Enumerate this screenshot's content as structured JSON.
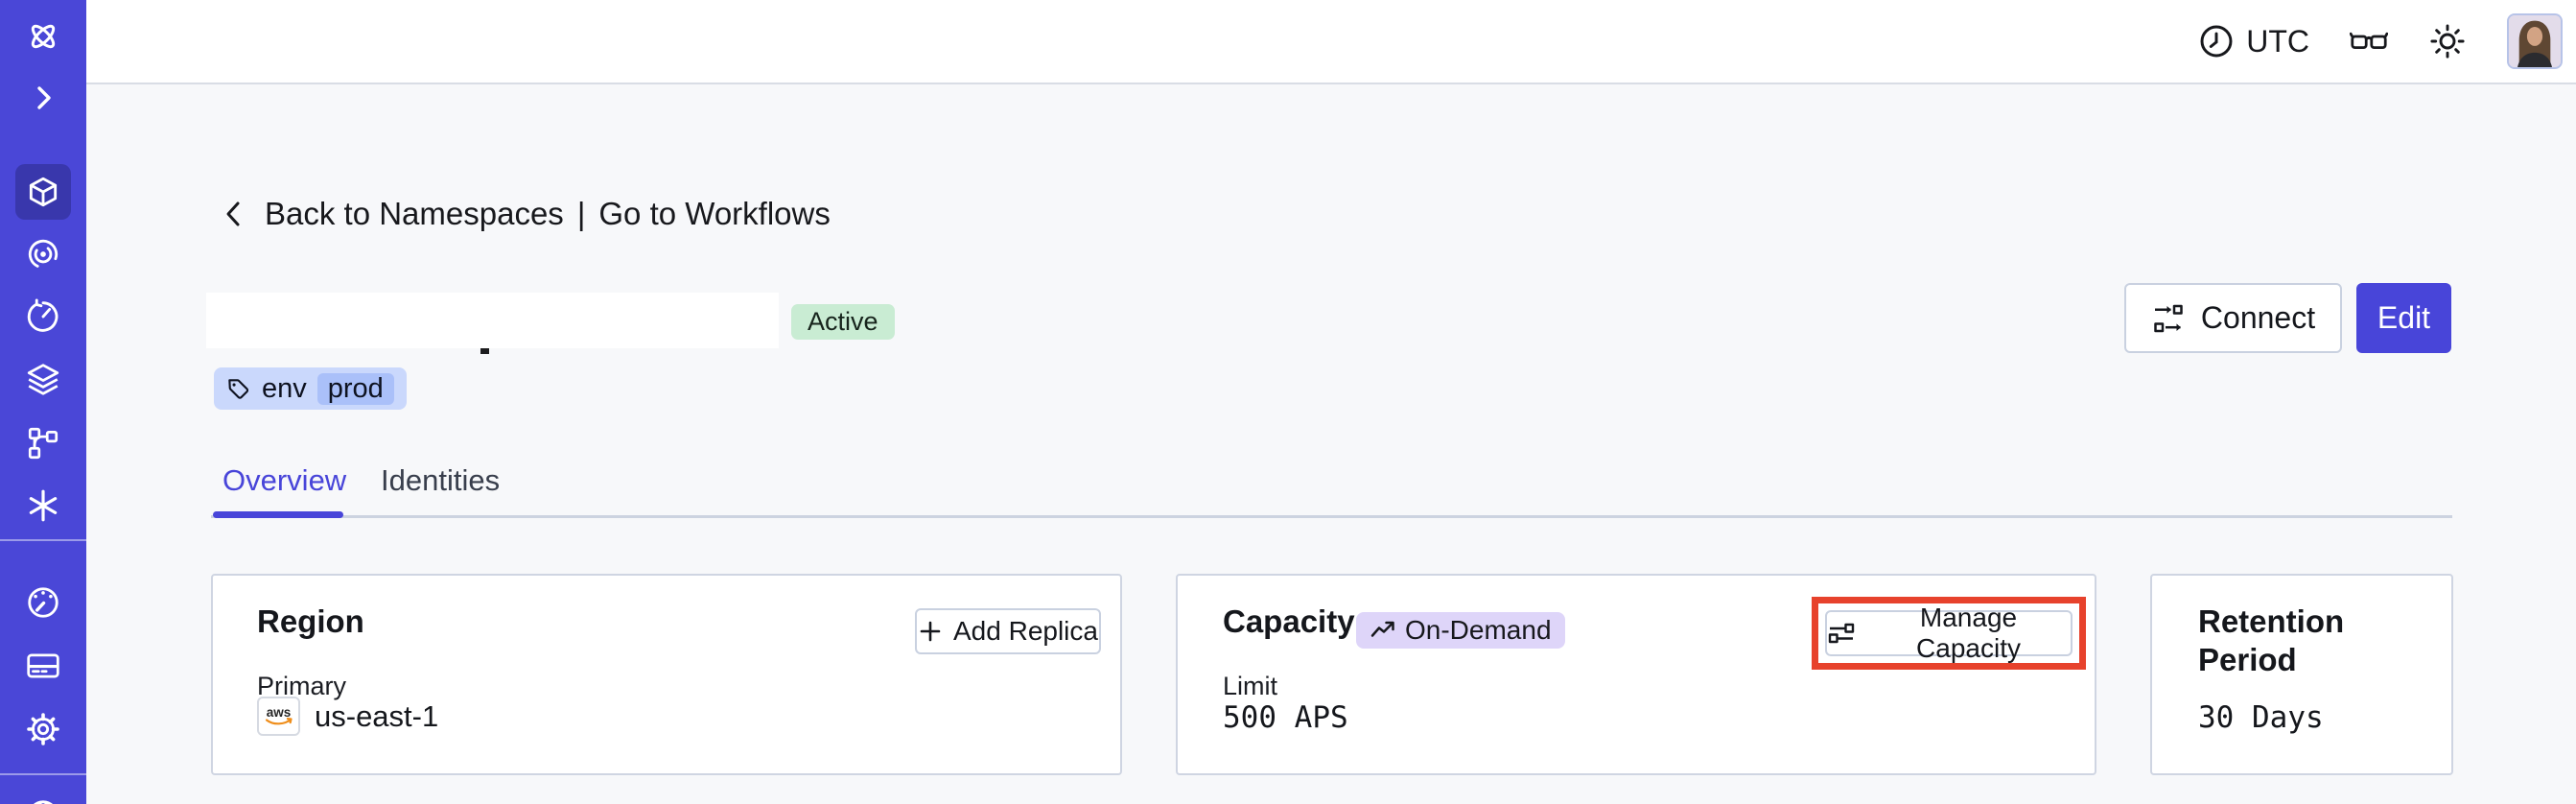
{
  "colors": {
    "primary": "#4845d9",
    "sidebar": "#4a47d7",
    "sidebar-active": "#3937ac",
    "page-bg": "#f7f8fa",
    "card-border": "#cfd5e2",
    "button-border": "#c9d1e0",
    "line": "#ccd3e0",
    "text": "#17181c",
    "badge-green-bg": "#c9ecd3",
    "chip-blue-bg": "#cad8fc",
    "chip-blue-dark": "#aac0f9",
    "badge-purple-bg": "#ded5f9",
    "annotation-red": "#e7422c",
    "aws-orange": "#ef8e1b"
  },
  "sidebar": {
    "items": [
      {
        "icon": "temporal-logo-icon",
        "active": false
      },
      {
        "icon": "chevron-right-icon",
        "active": false
      },
      {
        "icon": "cube-icon",
        "active": true
      },
      {
        "icon": "spiral-icon",
        "active": false
      },
      {
        "icon": "history-clock-icon",
        "active": false
      },
      {
        "icon": "layers-icon",
        "active": false
      },
      {
        "icon": "branch-icon",
        "active": false
      },
      {
        "icon": "asterisk-icon",
        "active": false
      },
      {
        "icon": "gauge-icon",
        "active": false
      },
      {
        "icon": "credit-card-icon",
        "active": false
      },
      {
        "icon": "gear-icon",
        "active": false
      },
      {
        "icon": "globe-icon",
        "active": false
      }
    ]
  },
  "topbar": {
    "timezone": "UTC",
    "icons": [
      "clock-icon",
      "glasses-icon",
      "sun-icon"
    ],
    "avatar": "user-avatar"
  },
  "breadcrumb": {
    "back_label": "Back to Namespaces",
    "separator": "|",
    "forward_label": "Go to Workflows"
  },
  "header": {
    "status_badge": "Active",
    "tag_key": "env",
    "tag_value": "prod",
    "connect_label": "Connect",
    "edit_label": "Edit"
  },
  "tabs": [
    {
      "label": "Overview",
      "active": true
    },
    {
      "label": "Identities",
      "active": false
    }
  ],
  "cards": [
    {
      "title": "Region",
      "action_label": "Add Replica",
      "field_label": "Primary",
      "provider": "aws",
      "value": "us-east-1"
    },
    {
      "title": "Capacity",
      "badge": "On-Demand",
      "action_label": "Manage Capacity",
      "field_label": "Limit",
      "value": "500 APS",
      "highlighted": true
    },
    {
      "title": "Retention Period",
      "value": "30 Days"
    }
  ]
}
